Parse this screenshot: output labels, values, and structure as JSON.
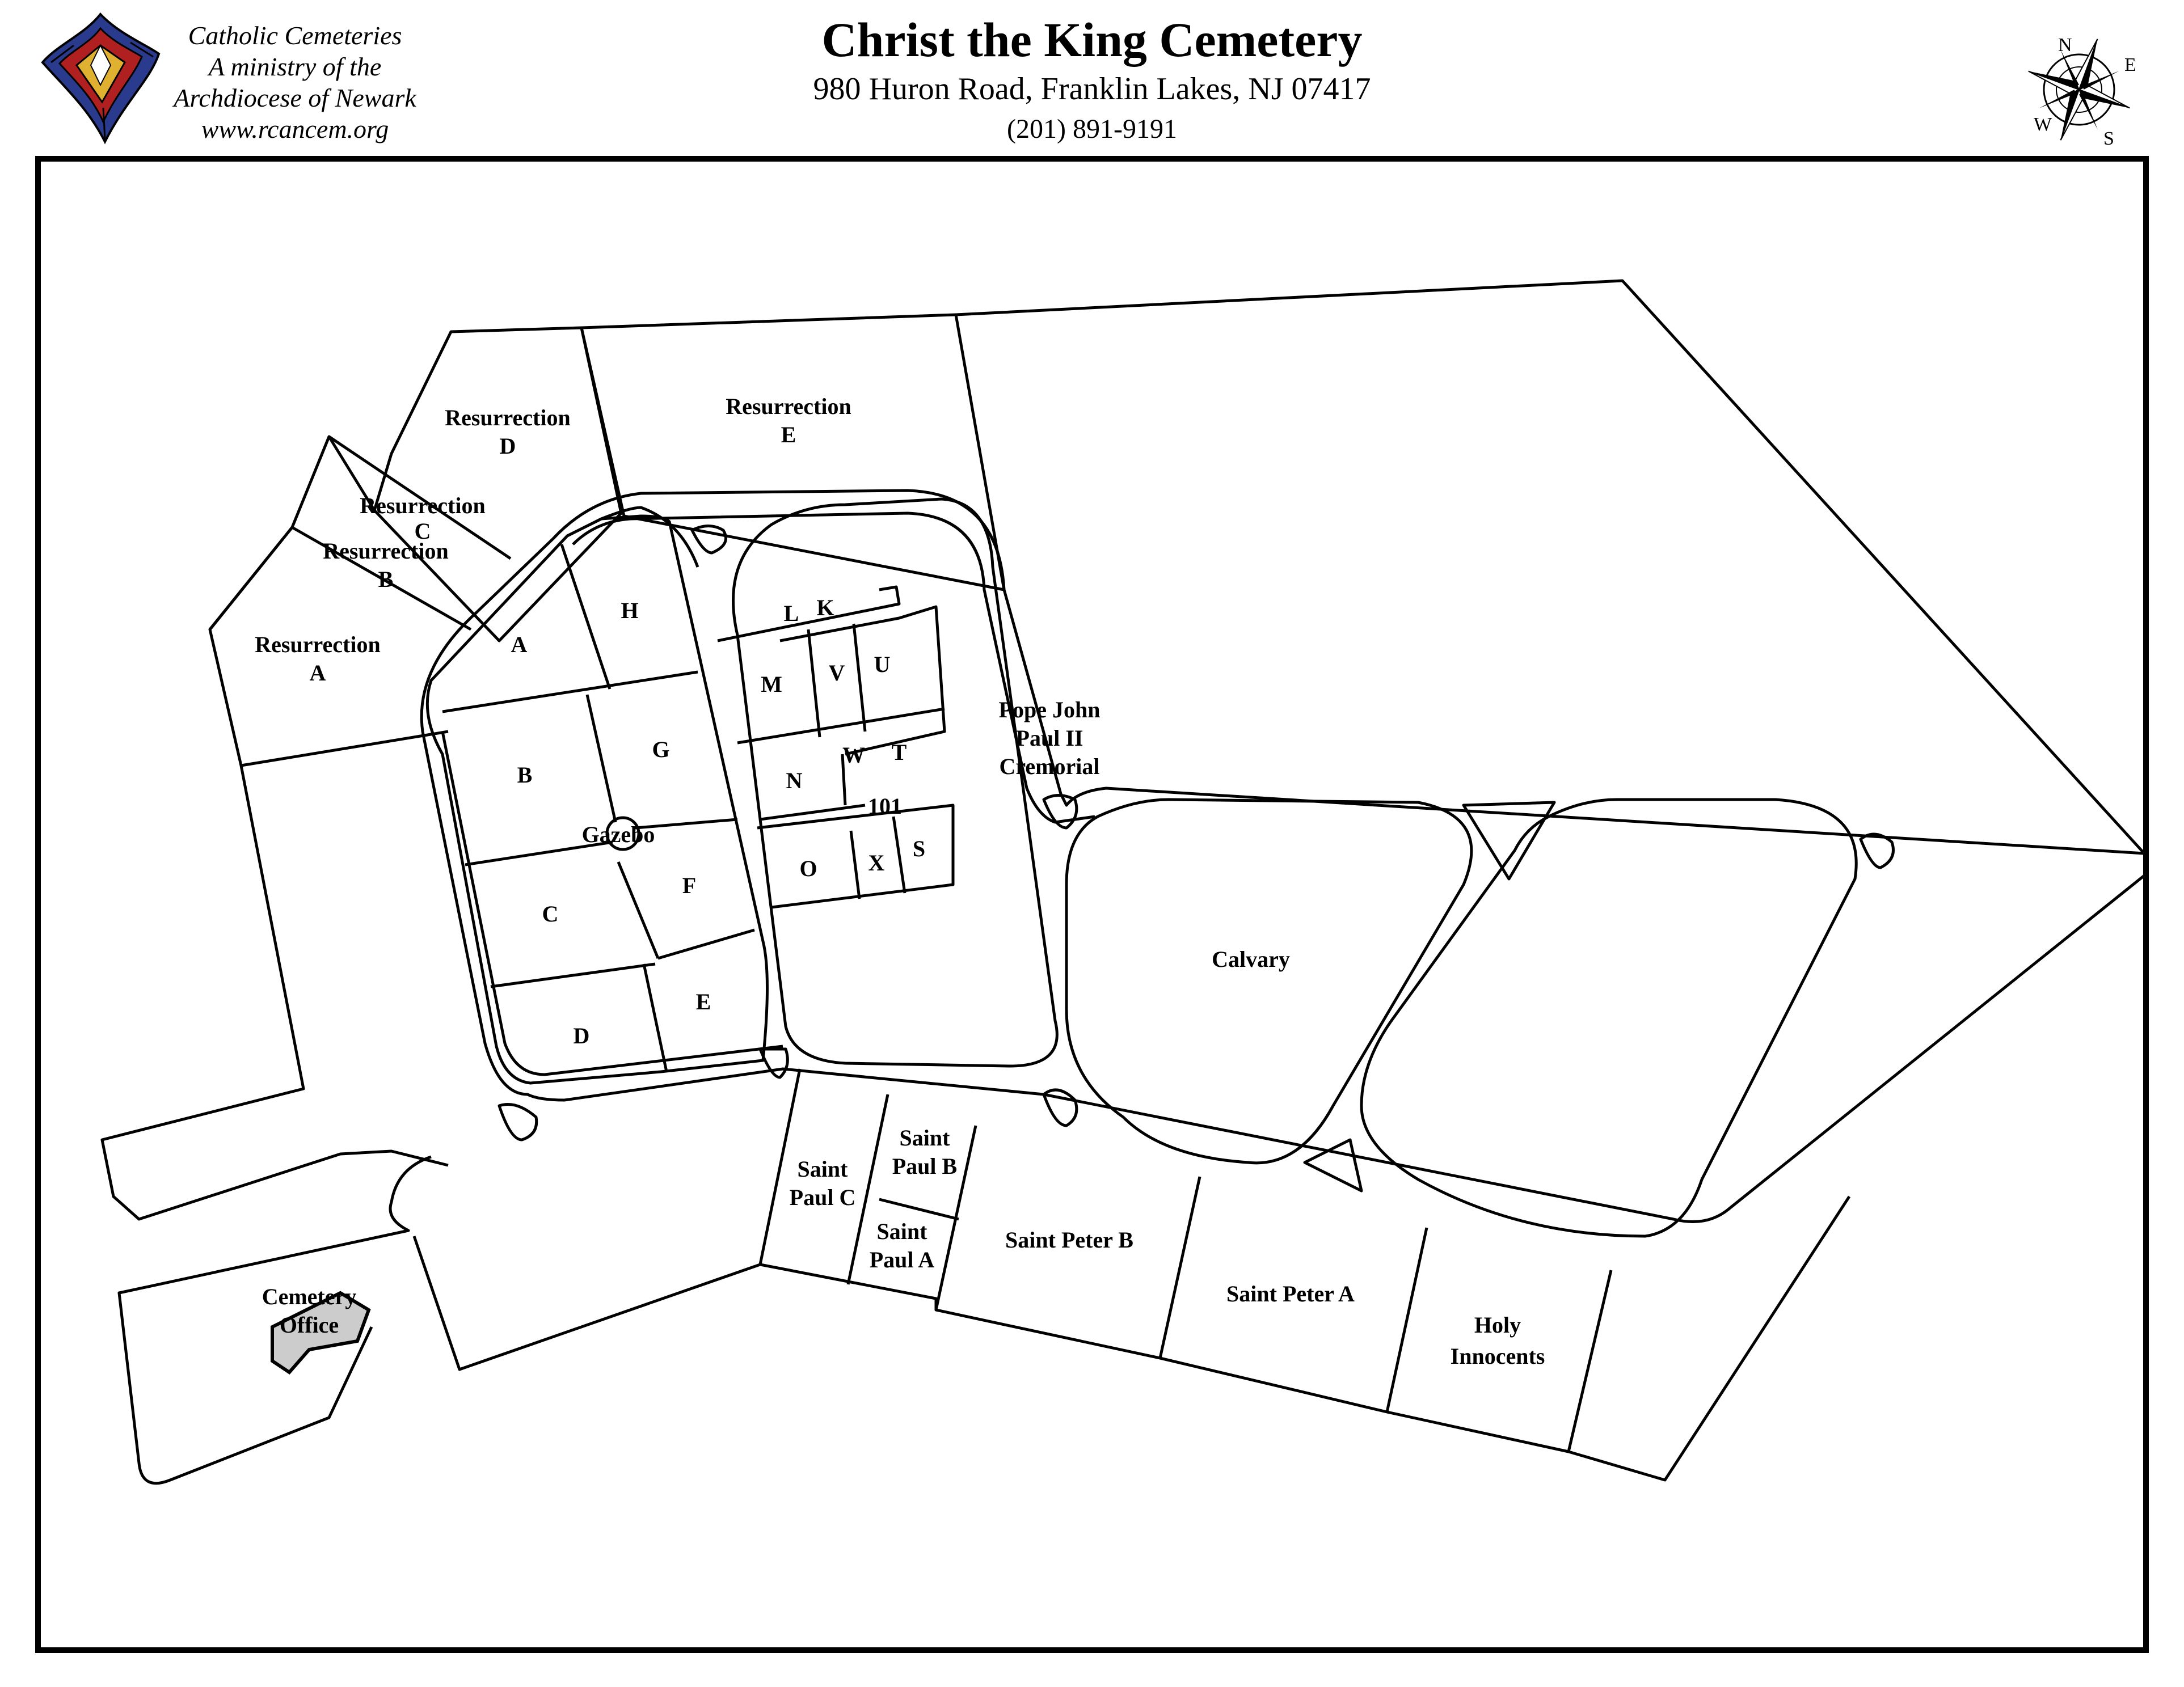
{
  "header": {
    "title": "Christ the King Cemetery",
    "address": "980 Huron Road, Franklin Lakes, NJ 07417",
    "phone": "(201) 891-9191"
  },
  "organization": {
    "line1": "Catholic Cemeteries",
    "line2": "A ministry of the",
    "line3": "Archdiocese of Newark",
    "line4": "www.rcancem.org"
  },
  "compass": {
    "n": "N",
    "e": "E",
    "s": "S",
    "w": "W"
  },
  "sections": {
    "res_d": [
      "Resurrection",
      "D"
    ],
    "res_e": [
      "Resurrection",
      "E"
    ],
    "res_c": [
      "Resurrection",
      "C"
    ],
    "res_b": [
      "Resurrection",
      "B"
    ],
    "res_a": [
      "Resurrection",
      "A"
    ],
    "a": "A",
    "b": "B",
    "c": "C",
    "d": "D",
    "e": "E",
    "f": "F",
    "g": "G",
    "h": "H",
    "gazebo": "Gazebo",
    "l": "L",
    "k": "K",
    "m": "M",
    "v": "V",
    "u": "U",
    "n": "N",
    "w": "W",
    "t": "T",
    "s101": "101",
    "o": "O",
    "x": "X",
    "s": "S",
    "pope": [
      "Pope John",
      "Paul II",
      "Cremorial"
    ],
    "calvary": "Calvary",
    "saint_paul_c": [
      "Saint",
      "Paul C"
    ],
    "saint_paul_b": [
      "Saint",
      "Paul B"
    ],
    "saint_paul_a": [
      "Saint",
      "Paul A"
    ],
    "saint_peter_b": "Saint Peter B",
    "saint_peter_a": "Saint Peter A",
    "holy_innocents": [
      "Holy",
      "Innocents"
    ],
    "office": [
      "Cemetery",
      "Office"
    ]
  },
  "colors": {
    "line": "#000000",
    "building": "#cccccc",
    "logo_blue": "#2a3a8c",
    "logo_red": "#b02020",
    "logo_gold": "#e0b030"
  }
}
